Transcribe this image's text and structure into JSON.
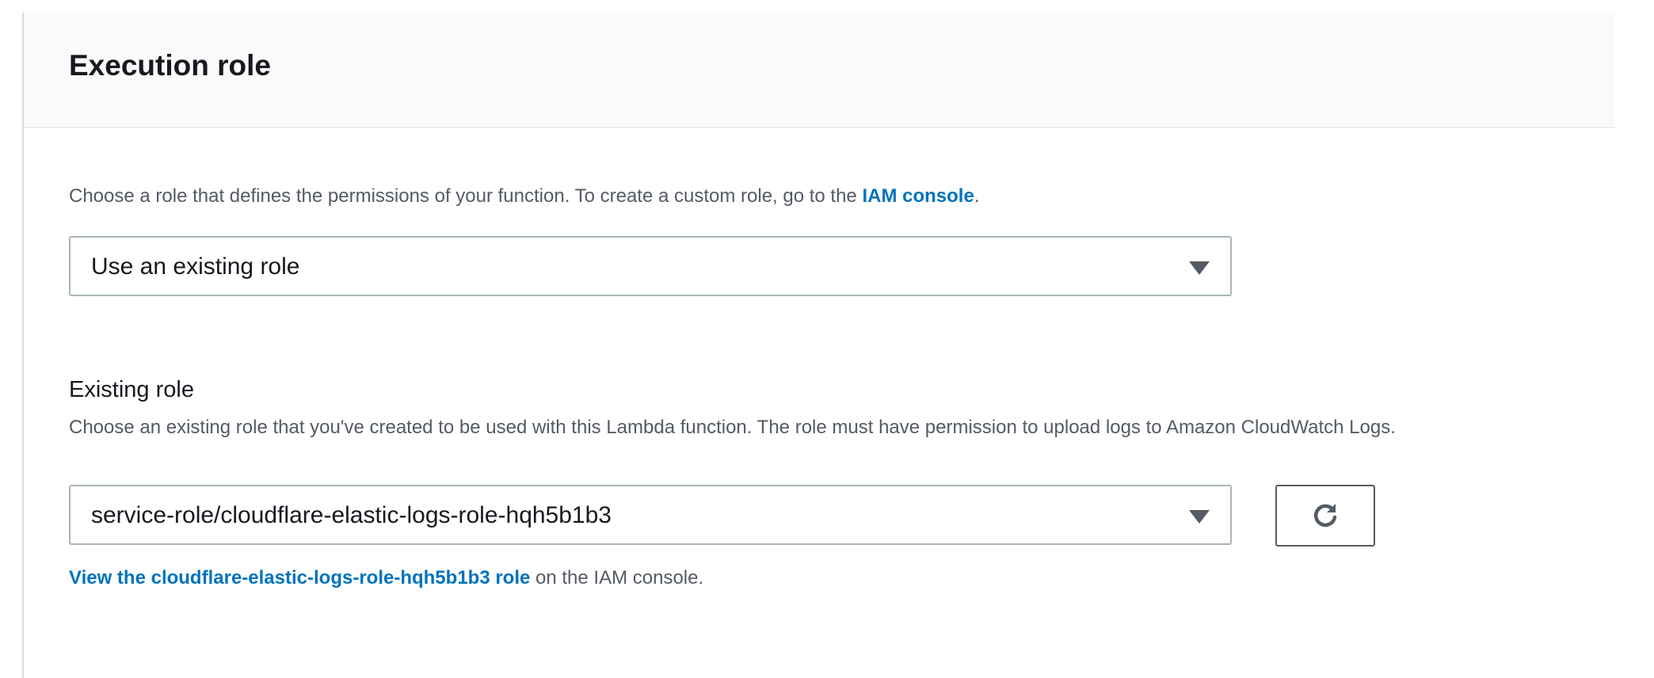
{
  "section": {
    "title": "Execution role",
    "description_prefix": "Choose a role that defines the permissions of your function. To create a custom role, go to the ",
    "iam_console_link": "IAM console",
    "description_suffix": ".",
    "role_option_select": {
      "selected": "Use an existing role"
    },
    "existing_role": {
      "label": "Existing role",
      "description": "Choose an existing role that you've created to be used with this Lambda function. The role must have permission to upload logs to Amazon CloudWatch Logs.",
      "selected": "service-role/cloudflare-elastic-logs-role-hqh5b1b3",
      "refresh_icon": "refresh-icon",
      "view_link": "View the cloudflare-elastic-logs-role-hqh5b1b3 role",
      "view_suffix": " on the IAM console."
    }
  },
  "colors": {
    "link": "#0073bb",
    "header_bg": "#fafafa",
    "muted_text": "#545b64"
  }
}
